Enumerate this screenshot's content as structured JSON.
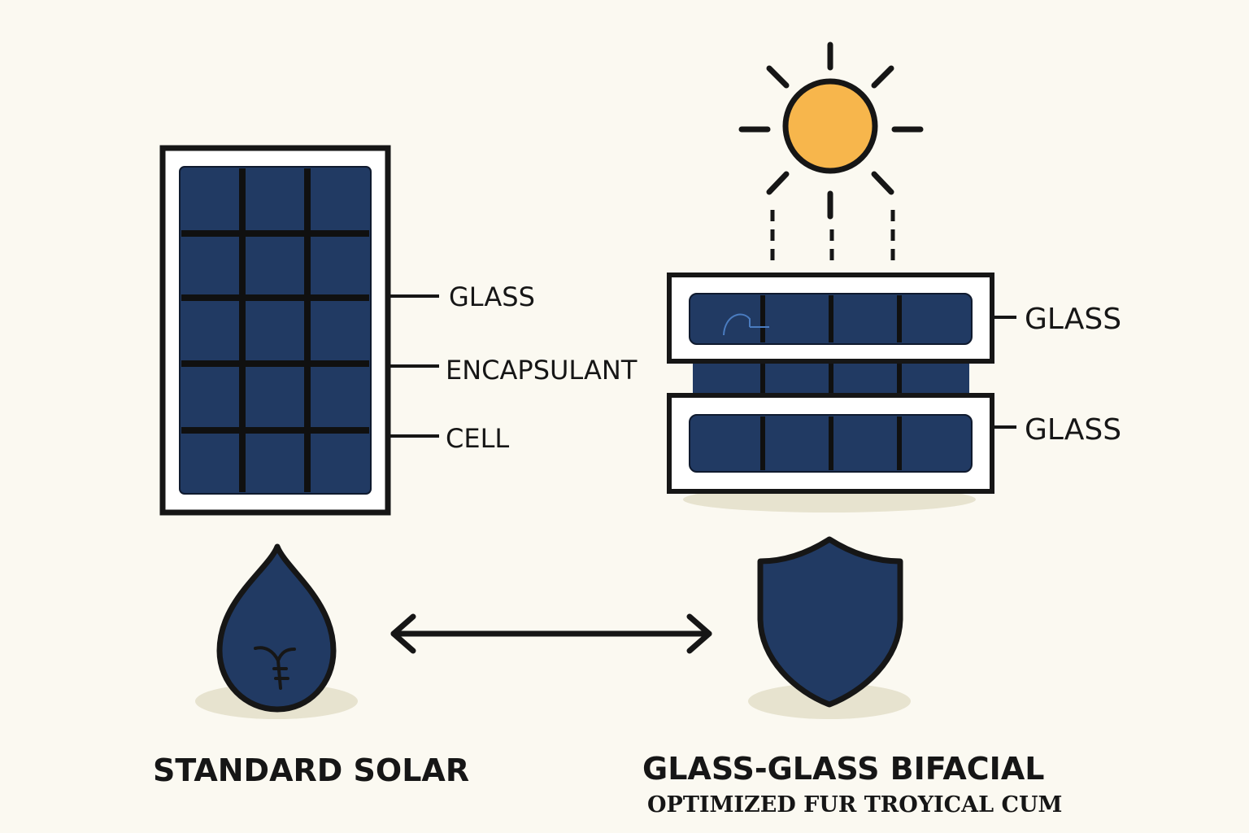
{
  "standard_panel": {
    "layers": [
      "GLASS",
      "ENCAPSULANT",
      "CELL"
    ],
    "caption": "STANDARD SOLAR",
    "icon": "water-drop-icon"
  },
  "bifacial_panel": {
    "layers": [
      "GLASS",
      "GLASS"
    ],
    "caption": "GLASS-GLASS BIFACIAL",
    "subcaption": "OPTIMIZED FUR TROYICAL CUM",
    "icon": "shield-icon"
  },
  "sun": {
    "icon": "sun-icon"
  },
  "comparison": {
    "icon": "double-arrow-icon"
  },
  "colors": {
    "background": "#fbf9f1",
    "cell": "#213a63",
    "outline": "#161616",
    "sun": "#f7b64c",
    "shadow": "#e7e3cf"
  }
}
